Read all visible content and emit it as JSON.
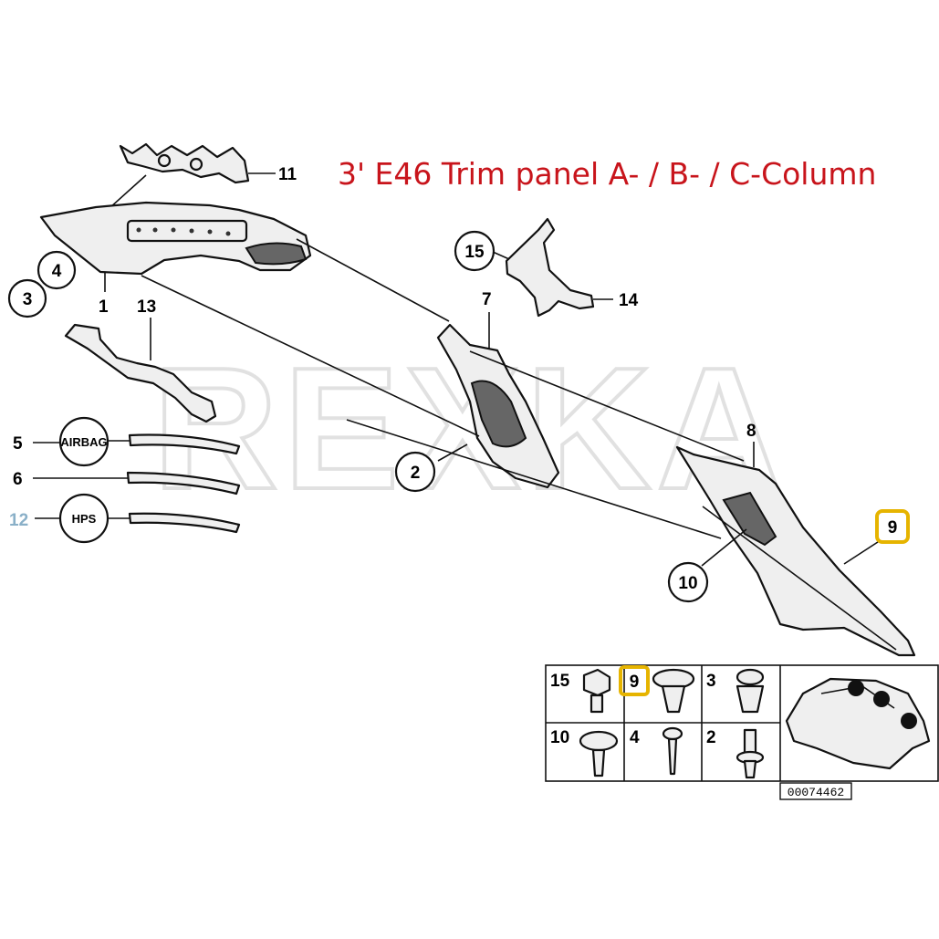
{
  "title": "3' E46 Trim panel A- / B- / C-Column",
  "watermark": "REXKA",
  "callouts": {
    "c1": "1",
    "c2": "2",
    "c3": "3",
    "c4": "4",
    "c5": "5",
    "c6": "6",
    "c7": "7",
    "c8": "8",
    "c9": "9",
    "c10": "10",
    "c11": "11",
    "c12": "12",
    "c13": "13",
    "c14": "14",
    "c15": "15",
    "airbag": "AIRBAG",
    "hps": "HPS"
  },
  "table": {
    "cells": [
      "15",
      "9",
      "3",
      "10",
      "4",
      "2"
    ]
  },
  "reference_number": "00074462",
  "colors": {
    "title": "#c8141b",
    "highlight_border": "#e6b400",
    "callout_12": "#8ab0c8",
    "watermark": "#c9c9c9"
  }
}
